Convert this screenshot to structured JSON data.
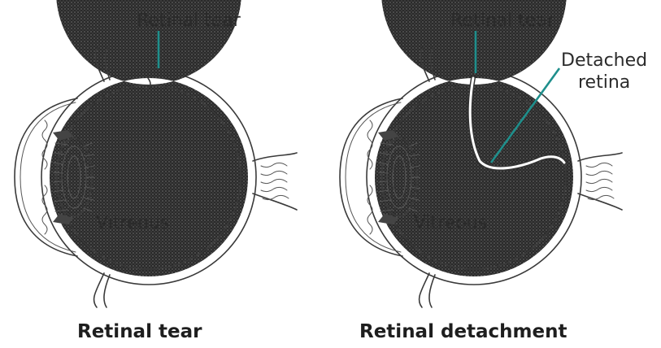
{
  "diagrams": [
    {
      "callouts": [
        "Retinal tear"
      ],
      "region_label": "Vitreous",
      "caption": "Retinal tear"
    },
    {
      "callouts": [
        "Retinal tear",
        "Detached",
        "retina"
      ],
      "region_label": "Vitreous",
      "caption": "Retinal detachment"
    }
  ],
  "colors": {
    "pointer": "#1f8f8c",
    "retina_band": "#2a2a2a"
  }
}
